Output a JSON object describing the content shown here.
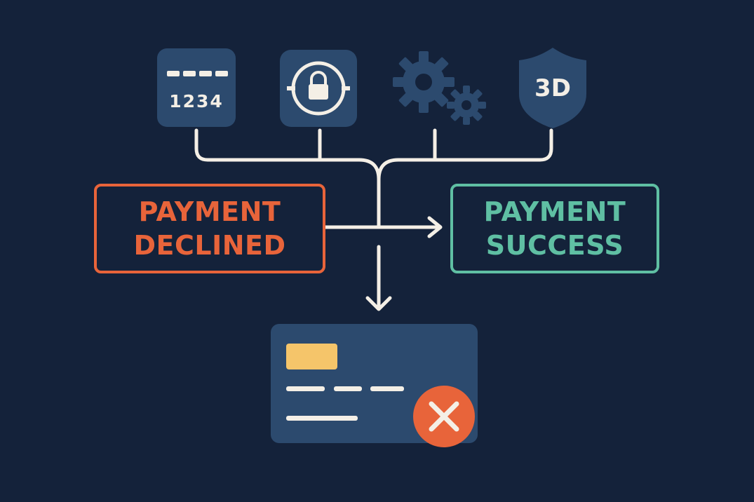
{
  "icons": {
    "card_number_tile": {
      "digits": "1234"
    },
    "secure_lock_tile": {},
    "processing_gears": {},
    "shield_3d": {
      "label": "3D"
    }
  },
  "status": {
    "declined": {
      "line1": "PAYMENT",
      "line2": "DECLINED",
      "color": "#e8643a"
    },
    "success": {
      "line1": "PAYMENT",
      "line2": "SUCCESS",
      "color": "#5fbfa3"
    }
  },
  "colors": {
    "background": "#14223a",
    "tile": "#2c4a6e",
    "connector": "#f4efe6",
    "chip": "#f5c56a",
    "error_badge": "#e8643a"
  }
}
